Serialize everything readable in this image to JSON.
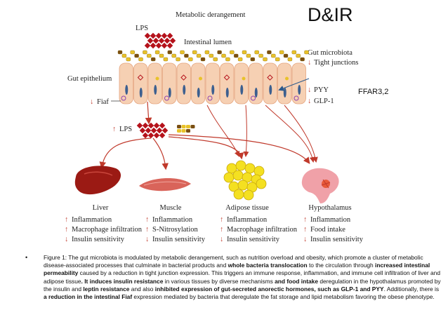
{
  "slide": {
    "title": "D&IR",
    "side_note": "FFAR3,2"
  },
  "diagram": {
    "top_label": "Metabolic derangement",
    "lps_top": "LPS",
    "lumen": "Intestinal lumen",
    "microbiota": "Gut microbiota",
    "tight": "Tight junctions",
    "epithelium": "Gut epithelium",
    "pyy": "PYY",
    "glp1": "GLP-1",
    "fiaf": "Fiaf",
    "lps_mid": "LPS",
    "arrow_up": "↑",
    "arrow_down": "↓",
    "organs": [
      {
        "name": "Liver",
        "effects": [
          {
            "dir": "↑",
            "text": "Inflammation"
          },
          {
            "dir": "↑",
            "text": "Macrophage infiltration"
          },
          {
            "dir": "↓",
            "text": "Insulin sensitivity"
          }
        ]
      },
      {
        "name": "Muscle",
        "effects": [
          {
            "dir": "↑",
            "text": "Inflammation"
          },
          {
            "dir": "↑",
            "text": "S-Nitrosylation"
          },
          {
            "dir": "↓",
            "text": "Insulin sensitivity"
          }
        ]
      },
      {
        "name": "Adipose tissue",
        "effects": [
          {
            "dir": "↑",
            "text": "Inflammation"
          },
          {
            "dir": "↑",
            "text": "Macrophage infiltration"
          },
          {
            "dir": "↓",
            "text": "Insulin sensitivity"
          }
        ]
      },
      {
        "name": "Hypothalamus",
        "effects": [
          {
            "dir": "↑",
            "text": "Inflammation"
          },
          {
            "dir": "↑",
            "text": "Food intake"
          },
          {
            "dir": "↓",
            "text": "Insulin sensitivity"
          }
        ]
      }
    ]
  },
  "caption": {
    "bullet": "•",
    "parts": [
      {
        "t": "Figure 1: The gut microbiota is modulated by metabolic derangement, such as nutrition overload and obesity, which promote a cluster of metabolic disease-associated processes that culminate in bacterial products and ",
        "b": false
      },
      {
        "t": "whole bacteria translocation",
        "b": true
      },
      {
        "t": " to the circulation through ",
        "b": false
      },
      {
        "t": "increased intestinal permeability",
        "b": true
      },
      {
        "t": " caused by a reduction in tight junction expression. This triggers an immune response, inflammation, and immune cell infiltration of liver and adipose tissue",
        "b": false
      },
      {
        "t": ". It induces insulin resistance",
        "b": true
      },
      {
        "t": " in various tissues by diverse mechanisms ",
        "b": false
      },
      {
        "t": "and food intake",
        "b": true
      },
      {
        "t": " deregulation in the hypothalamus promoted by the insulin and ",
        "b": false
      },
      {
        "t": "leptin resistance",
        "b": true
      },
      {
        "t": " and also ",
        "b": false
      },
      {
        "t": "inhibited expression of gut-secreted anorectic hormones, such as GLP-1 and PYY",
        "b": true
      },
      {
        "t": ". Additionally, there is ",
        "b": false
      },
      {
        "t": "a reduction in the intestinal Fiaf",
        "b": true
      },
      {
        "t": " expression mediated by bacteria that deregulate the fat storage and lipid metabolism favoring the obese phenotype.",
        "b": false
      }
    ]
  },
  "colors": {
    "arrow": "#c0392b",
    "cell": "#f6d0b3",
    "cell_border": "#e5a57f",
    "microbiota": "#e8c22a",
    "lps": "#b5121b",
    "liver": "#9b1a14",
    "muscle": "#d9645a",
    "adipose": "#f4e021",
    "brain": "#f0a1a8"
  }
}
